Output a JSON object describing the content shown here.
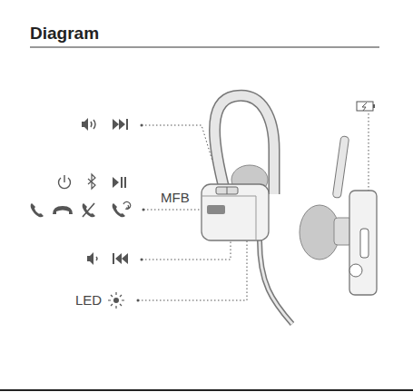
{
  "diagram": {
    "title": "Diagram",
    "labels": [
      "MFB",
      "LED"
    ]
  }
}
